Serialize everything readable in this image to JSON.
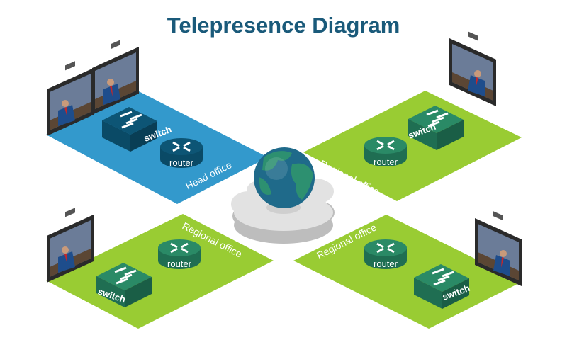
{
  "title": "Telepresence Diagram",
  "colors": {
    "head_office": "#3399cc",
    "regional_office": "#99cc33",
    "device": "#1f7a5c",
    "head_device": "#0d5575",
    "title": "#1a5a7a"
  },
  "offices": [
    {
      "label": "Head office",
      "switch": "switch",
      "router": "router"
    },
    {
      "label": "Regional office",
      "switch": "switch",
      "router": "router"
    },
    {
      "label": "Regional office",
      "switch": "switch",
      "router": "router"
    },
    {
      "label": "Regional office",
      "switch": "switch",
      "router": "router"
    }
  ],
  "center_icon": "globe-on-cloud-icon"
}
